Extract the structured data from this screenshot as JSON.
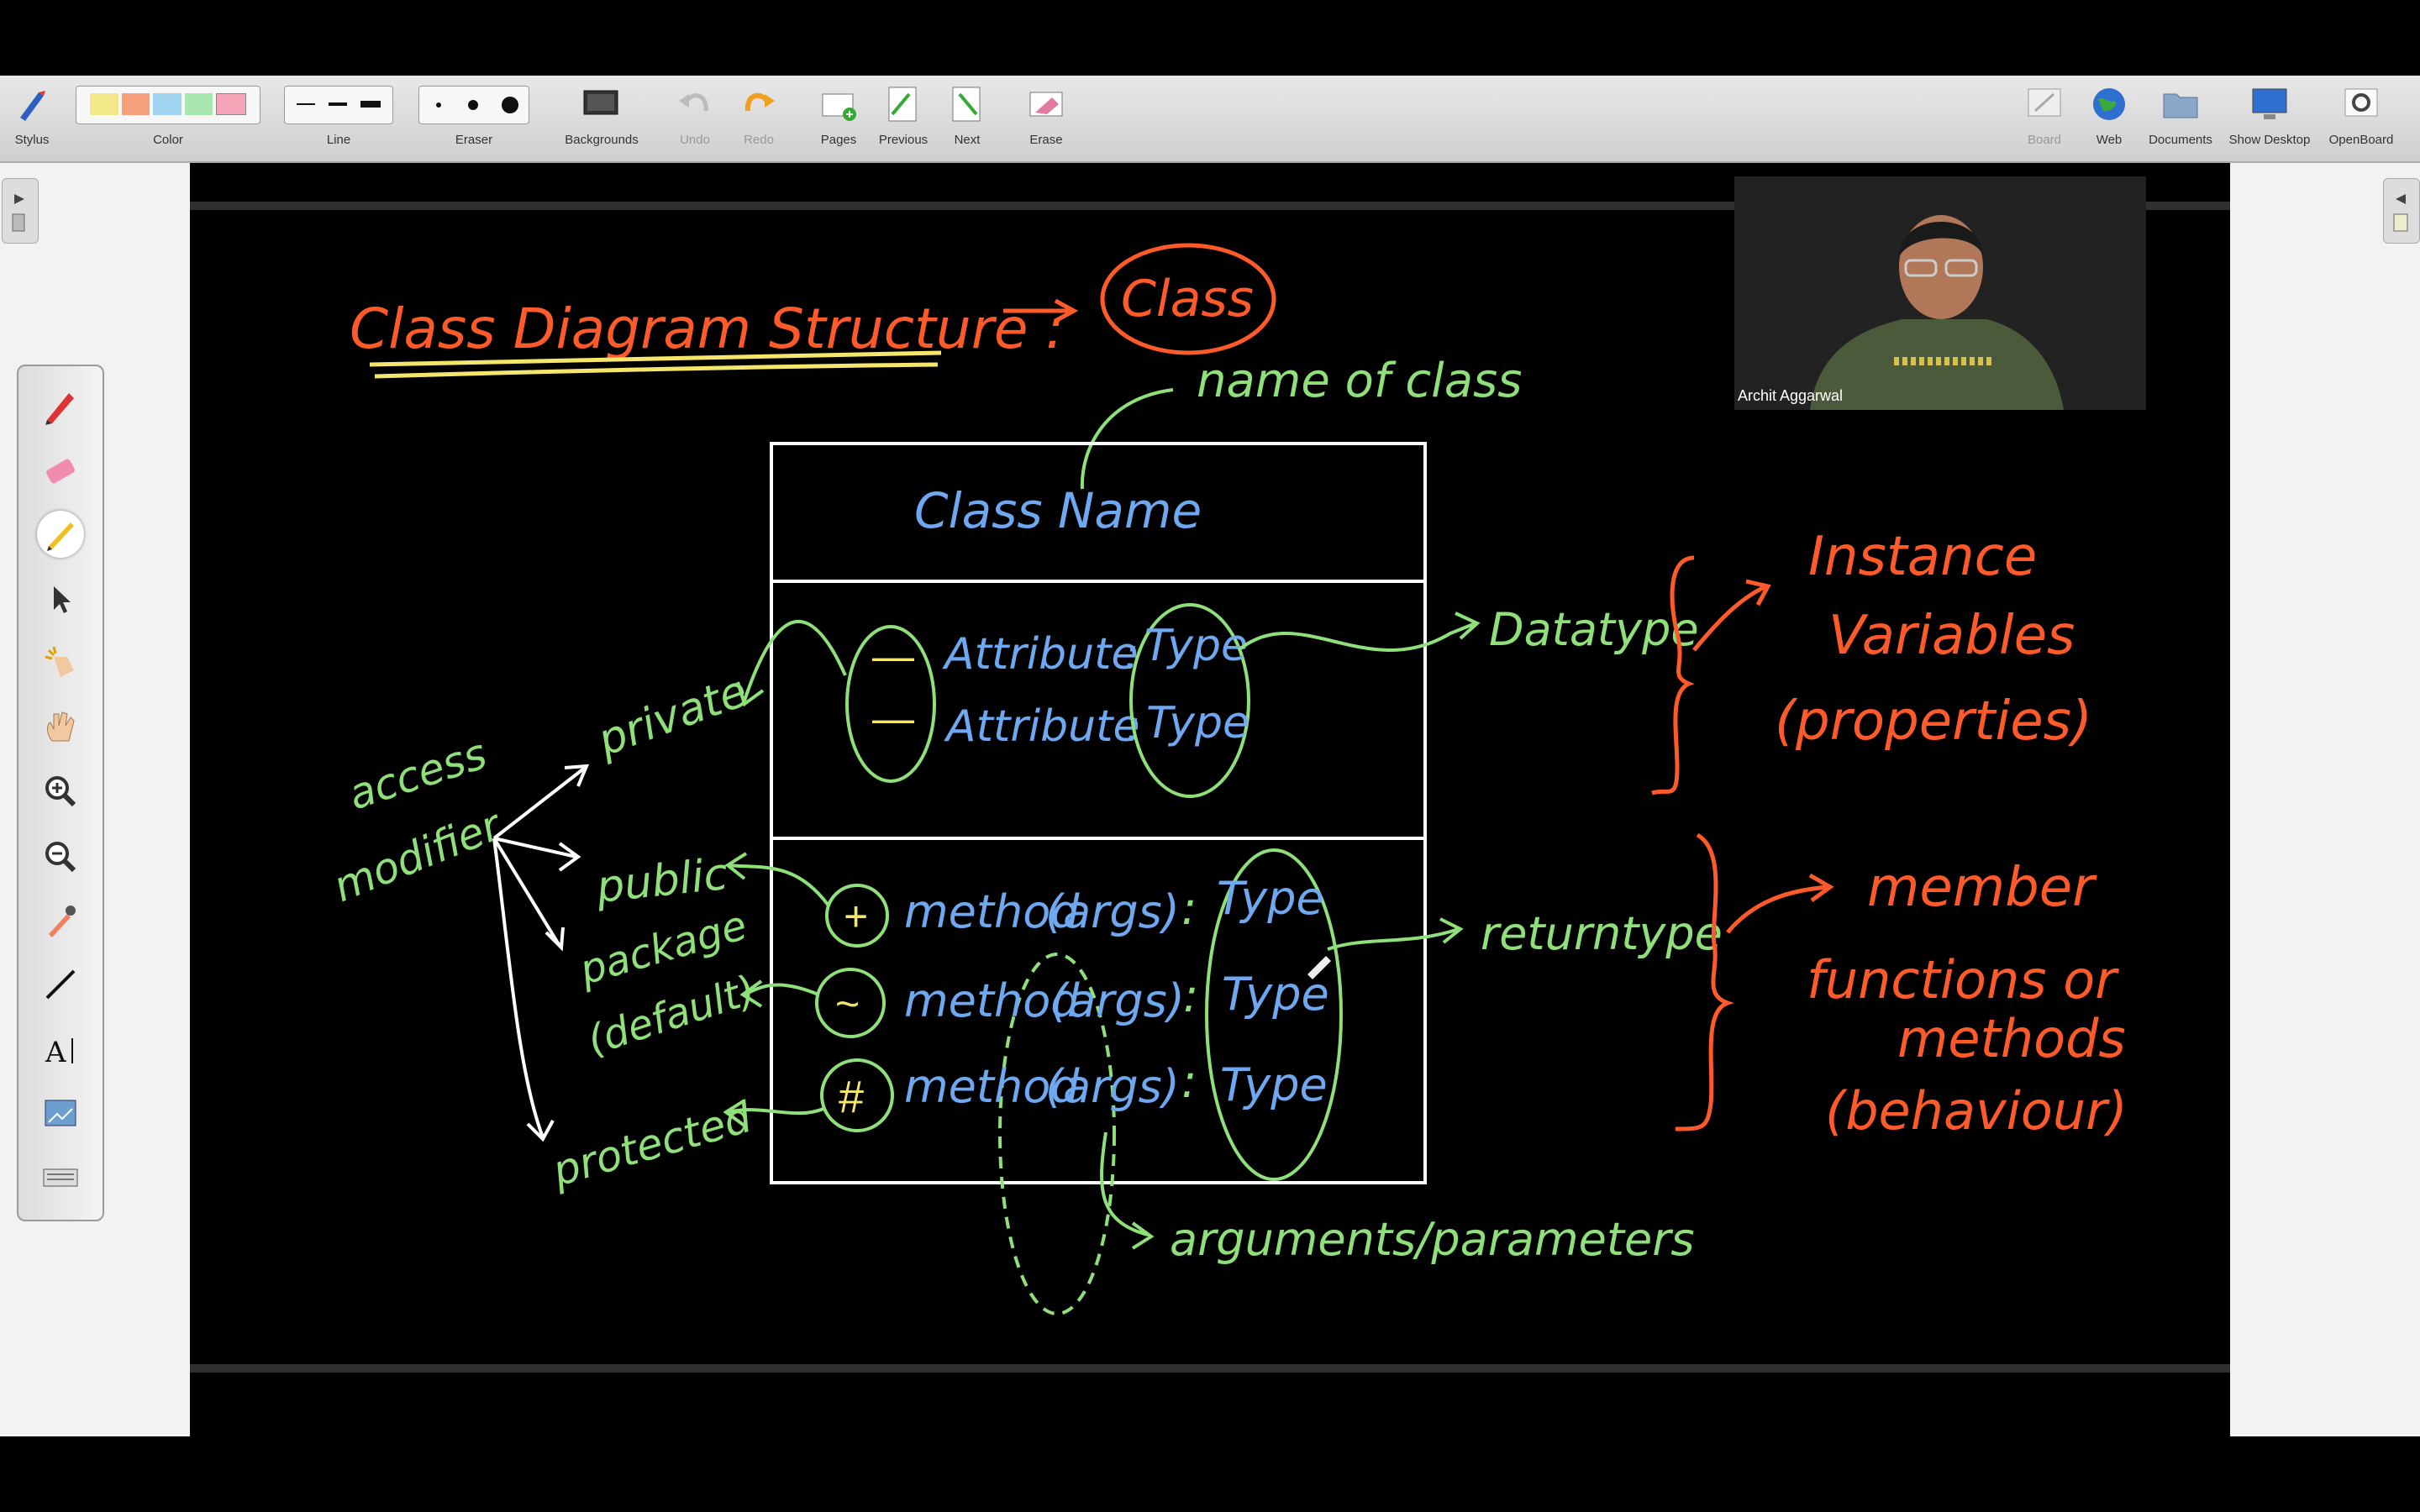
{
  "toolbar": {
    "stylus": "Stylus",
    "color": "Color",
    "line": "Line",
    "eraser": "Eraser",
    "backgrounds": "Backgrounds",
    "undo": "Undo",
    "redo": "Redo",
    "pages": "Pages",
    "previous": "Previous",
    "next": "Next",
    "erase": "Erase",
    "board": "Board",
    "web": "Web",
    "documents": "Documents",
    "show_desktop": "Show Desktop",
    "openboard": "OpenBoard",
    "color_swatches": [
      "#f2e88a",
      "#f5a07a",
      "#9fd3f0",
      "#a8e6b0",
      "#f4a6b8"
    ]
  },
  "palette": {
    "tools": [
      "pen-icon",
      "eraser-icon",
      "highlighter-icon",
      "pointer-icon",
      "laser-icon",
      "hand-icon",
      "zoom-in-icon",
      "zoom-out-icon",
      "pipette-icon",
      "line-icon",
      "text-icon",
      "capture-icon",
      "keyboard-icon"
    ]
  },
  "diagram": {
    "title": "Class Diagram Structure :",
    "class_label": "Class",
    "name_of_class": "name of class",
    "class_name": "Class Name",
    "attr_marker": "—",
    "attr1": "Attribute",
    "attr2": "Attribute",
    "colon": ":",
    "type": "Type",
    "method": "method",
    "args": "(args)",
    "plus": "+",
    "tilde": "~",
    "hash": "#",
    "datatype": "Datatype",
    "returntype": "returntype",
    "arguments": "arguments/parameters",
    "access_modifier_1": "access",
    "access_modifier_2": "modifier",
    "private": "private",
    "public": "public",
    "package": "package",
    "default": "(default)",
    "protected": "protected",
    "instance_1": "Instance",
    "instance_2": "Variables",
    "instance_3": "(properties)",
    "member_1": "member",
    "member_2": "functions or",
    "member_3": "methods",
    "member_4": "(behaviour)"
  },
  "colors": {
    "orange": "#ff5a2a",
    "green": "#8fe07a",
    "blue": "#6ea8f0",
    "yellow": "#f3e66a",
    "white": "#ffffff"
  },
  "webcam": {
    "name": "Archit Aggarwal"
  }
}
